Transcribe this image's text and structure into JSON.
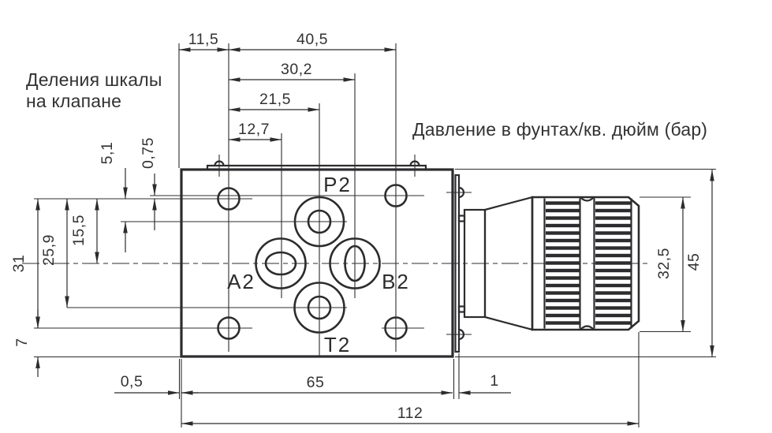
{
  "notes": {
    "scale_note_line1": "Деления шкалы",
    "scale_note_line2": "на клапане",
    "pressure_note": "Давление в фунтах/кв. дюйм (бар)"
  },
  "port_labels": {
    "p": "P2",
    "a": "A2",
    "b": "B2",
    "t": "T2"
  },
  "dimensions_mm": {
    "d11_5": "11,5",
    "d40_5": "40,5",
    "d30_2": "30,2",
    "d21_5": "21,5",
    "d12_7": "12,7",
    "d5_1": "5,1",
    "d0_75": "0,75",
    "d15_5": "15,5",
    "d25_9": "25,9",
    "d31": "31",
    "d7": "7",
    "d0_5": "0,5",
    "d65": "65",
    "d1": "1",
    "d112": "112",
    "d32_5": "32,5",
    "d45": "45"
  },
  "colors": {
    "line": "#2c2c2e",
    "text": "#323234",
    "background": "#ffffff"
  }
}
